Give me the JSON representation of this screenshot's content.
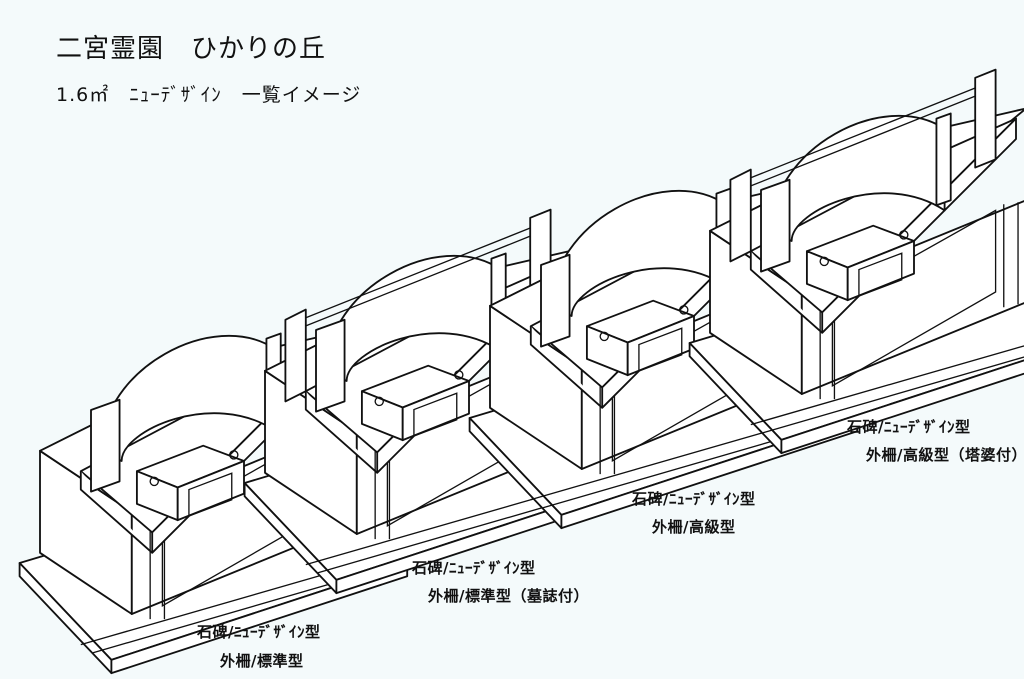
{
  "title": "二宮霊園　ひかりの丘",
  "subtitle": "1.6㎡　ﾆｭｰﾃﾞｻﾞｲﾝ　一覧イメージ",
  "designs": [
    {
      "line1": "石碑/ﾆｭｰﾃﾞｻﾞｲﾝ型",
      "line2": "外柵/標準型"
    },
    {
      "line1": "石碑/ﾆｭｰﾃﾞｻﾞｲﾝ型",
      "line2": "外柵/標準型（墓誌付）"
    },
    {
      "line1": "石碑/ﾆｭｰﾃﾞｻﾞｲﾝ型",
      "line2": "外柵/高級型"
    },
    {
      "line1": "石碑/ﾆｭｰﾃﾞｻﾞｲﾝ型",
      "line2": "外柵/高級型（塔婆付）"
    }
  ],
  "colors": {
    "line": "#111111",
    "stone": "#ffffff",
    "background": "#f4fafb"
  }
}
